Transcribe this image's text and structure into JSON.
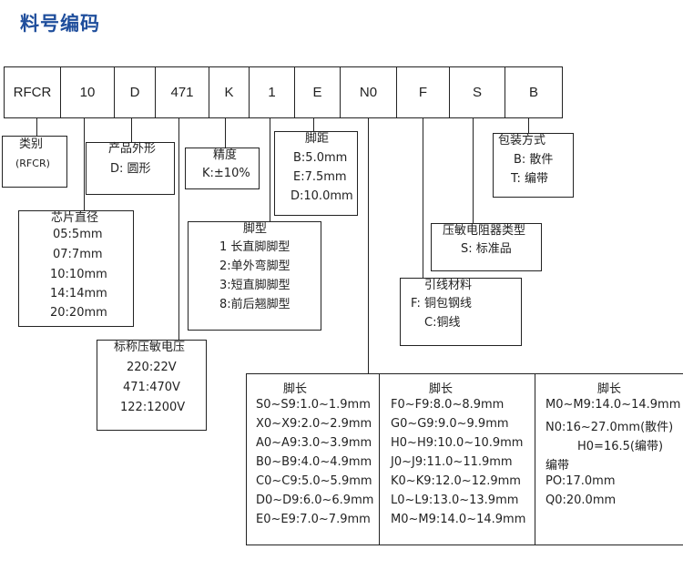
{
  "title": "料号编码",
  "code_cells": [
    "RFCR",
    "10",
    "D",
    "471",
    "K",
    "1",
    "E",
    "N0",
    "F",
    "S",
    "B"
  ],
  "category": {
    "heading": "类别",
    "value": "(RFCR)"
  },
  "shape": {
    "heading": "产品外形",
    "value": "D: 圆形"
  },
  "tolerance": {
    "heading": "精度",
    "value": "K:±10%"
  },
  "pin_spacing": {
    "heading": "脚距",
    "items": [
      "B:5.0mm",
      "E:7.5mm",
      "D:10.0mm"
    ]
  },
  "packaging": {
    "heading": "包装方式",
    "items": [
      "B:  散件",
      "T:  编带"
    ]
  },
  "chip_diameter": {
    "heading": "芯片直径",
    "items": [
      "05:5mm",
      "07:7mm",
      "10:10mm",
      "14:14mm",
      "20:20mm"
    ]
  },
  "pin_type": {
    "heading": "脚型",
    "items": [
      "1 长直脚脚型",
      "2:单外弯脚型",
      "3:短直脚脚型",
      "8:前后翘脚型"
    ]
  },
  "varistor_type": {
    "heading": "压敏电阻器类型",
    "value": "S: 标准品"
  },
  "lead_material": {
    "heading": "引线材料",
    "items": [
      "F: 铜包钢线",
      "C:铜线"
    ]
  },
  "nominal_voltage": {
    "heading": "标称压敏电压",
    "items": [
      "220:22V",
      "471:470V",
      "122:1200V"
    ]
  },
  "pin_length": {
    "col1": {
      "heading": "脚长",
      "items": [
        "S0~S9:1.0~1.9mm",
        "X0~X9:2.0~2.9mm",
        "A0~A9:3.0~3.9mm",
        "B0~B9:4.0~4.9mm",
        "C0~C9:5.0~5.9mm",
        "D0~D9:6.0~6.9mm",
        "E0~E9:7.0~7.9mm"
      ]
    },
    "col2": {
      "heading": "脚长",
      "items": [
        "F0~F9:8.0~8.9mm",
        "G0~G9:9.0~9.9mm",
        "H0~H9:10.0~10.9mm",
        "J0~J9:11.0~11.9mm",
        "K0~K9:12.0~12.9mm",
        "L0~L9:13.0~13.9mm",
        "M0~M9:14.0~14.9mm"
      ]
    },
    "col3": {
      "heading": "脚长",
      "items": [
        "M0~M9:14.0~14.9mm",
        "N0:16~27.0mm(散件)",
        "H0=16.5(编带)",
        "编带",
        "PO:17.0mm",
        "Q0:20.0mm"
      ]
    }
  }
}
